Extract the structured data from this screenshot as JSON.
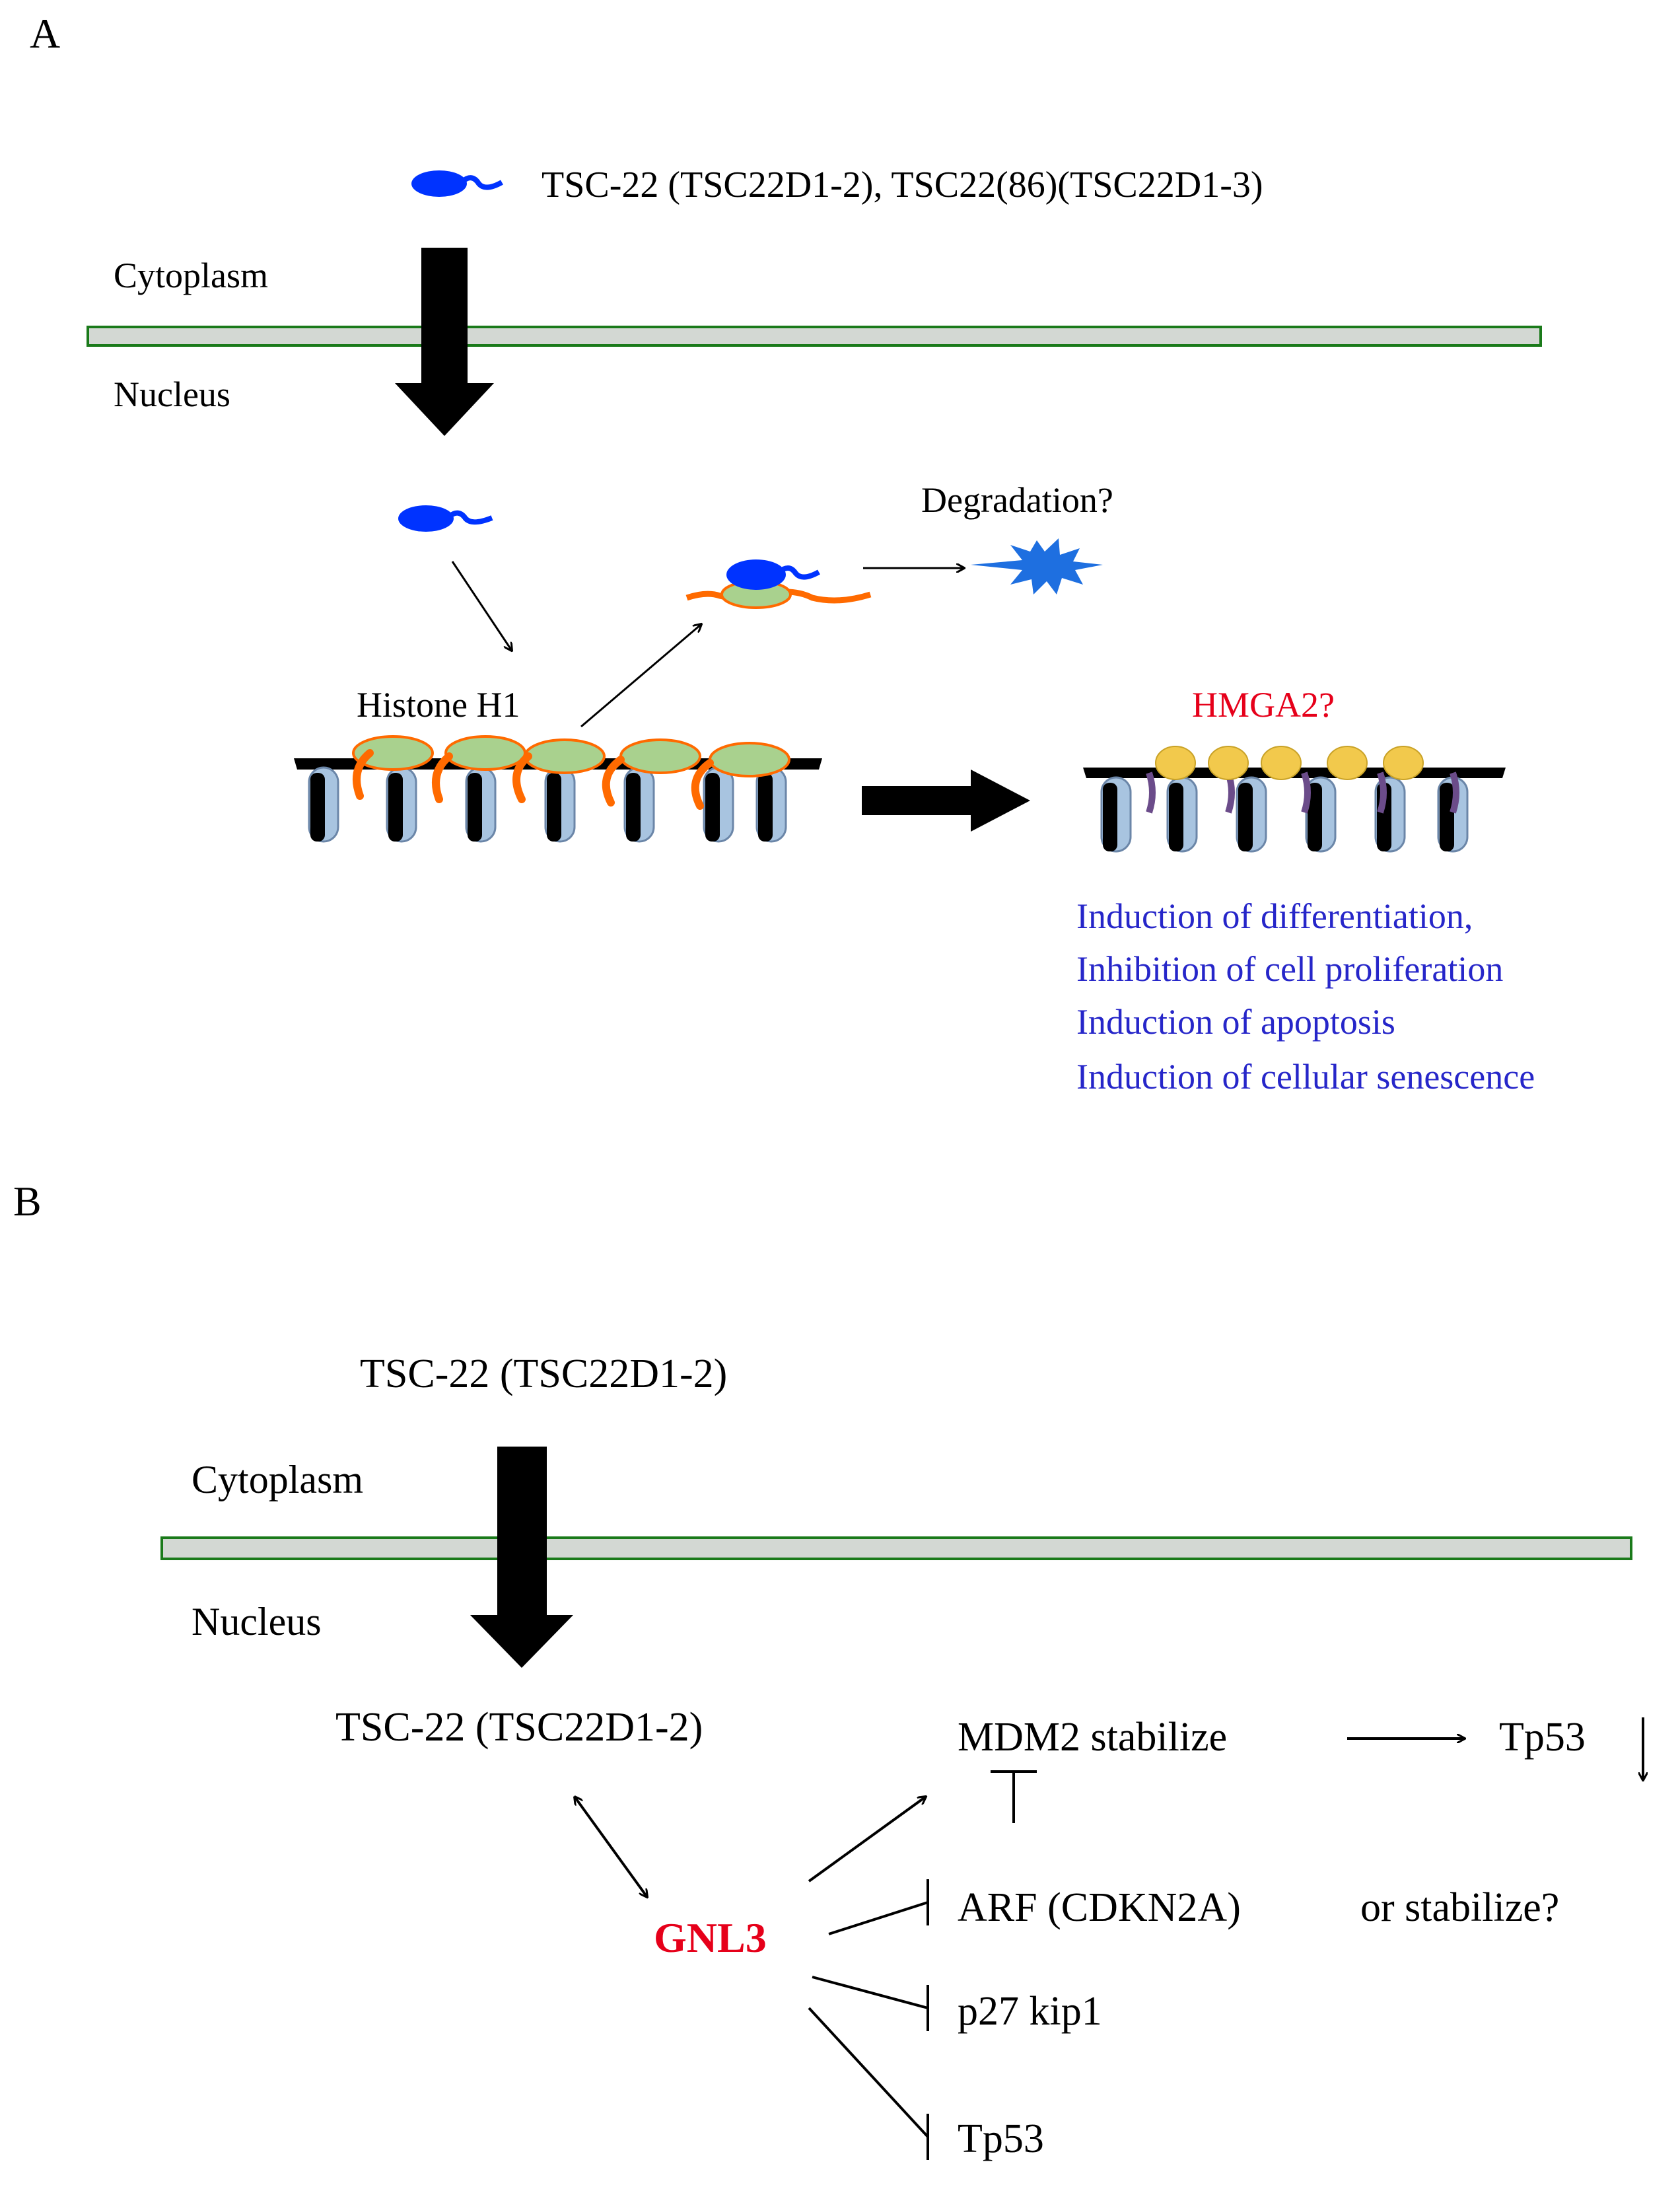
{
  "panel_a": {
    "label": "A",
    "isoforms": "TSC-22 (TSC22D1-2), TSC22(86)(TSC22D1-3)",
    "cytoplasm": "Cytoplasm",
    "nucleus": "Nucleus",
    "degradation": "Degradation?",
    "histone": "Histone H1",
    "hmga2": "HMGA2?",
    "outcomes": [
      "Induction of differentiation,",
      "Inhibition of cell proliferation",
      "Induction of apoptosis",
      "Induction of cellular senescence"
    ]
  },
  "panel_b": {
    "label": "B",
    "tsc_top": "TSC-22 (TSC22D1-2)",
    "cytoplasm": "Cytoplasm",
    "nucleus": "Nucleus",
    "tsc_nuclear": "TSC-22 (TSC22D1-2)",
    "mdm2": "MDM2 stabilize",
    "tp53_out": "Tp53",
    "gnl3": "GNL3",
    "arf": "ARF (CDKN2A)",
    "or_stabilize": "or stabilize?",
    "p27": "p27 kip1",
    "tp53": "Tp53"
  },
  "colors": {
    "protein_blue": "#0033ff",
    "membrane_fill": "#d3d8d3",
    "membrane_border": "#1a7a1a",
    "histone_orange": "#ff6a00",
    "histone_green": "#a9d18e",
    "hmga2_yellow": "#f2c94c",
    "outcome_text": "#2626c9",
    "highlight_red": "#e6001a"
  }
}
